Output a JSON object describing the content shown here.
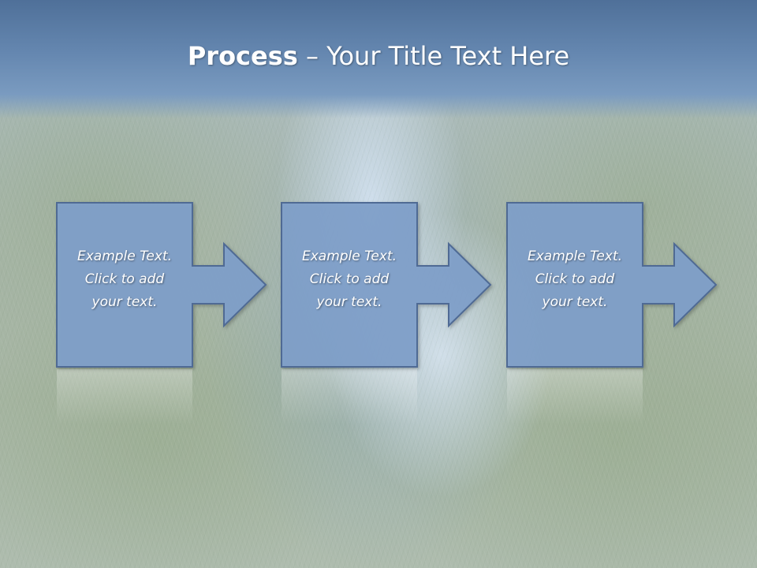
{
  "slide": {
    "title_bold": "Process",
    "title_rest": " – Your Title Text Here"
  },
  "steps": [
    {
      "line1": "Example Text.",
      "line2": "Click  to add",
      "line3": "your text."
    },
    {
      "line1": "Example Text.",
      "line2": "Click  to add",
      "line3": "your text."
    },
    {
      "line1": "Example Text.",
      "line2": "Click  to add",
      "line3": "your text."
    }
  ],
  "colors": {
    "title_band": "#5a7ba6",
    "box_fill": "#7f9fca",
    "box_stroke": "#4f6a94",
    "text": "#ffffff"
  }
}
